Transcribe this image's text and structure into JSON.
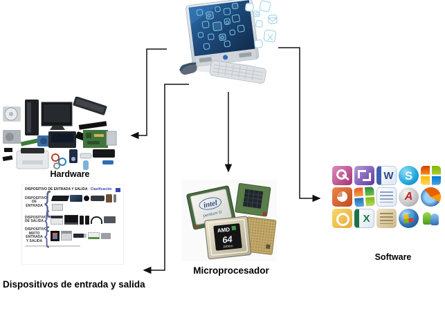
{
  "labels": {
    "hardware": "Hardware",
    "dispositivos": "Dispositivos de entrada y salida",
    "microprocesador": "Microprocesador",
    "software": "Software"
  },
  "dispositivos_slide": {
    "title": "DISPOSITIVO DE ENTRADA Y SALIDA",
    "title_accent": "- Clasificación",
    "brace": "{",
    "rows": [
      {
        "label": "DISPOSITIVO DE ENTRADA",
        "items": [
          "keyboard",
          "laptop-keyboard",
          "webcam",
          "scanner",
          "barcode-reader",
          "microphone",
          "photo-printer"
        ]
      },
      {
        "label": "DISPOSITIVO DE SALIDA",
        "items": [
          "printer",
          "monitor",
          "speaker",
          "speaker",
          "headphones",
          "fax"
        ]
      },
      {
        "label": "DISPOSITIVO MIXTO ENTRADA Y SALIDA",
        "items": [
          "touchscreen",
          "multifunction-printer",
          "usb-drive",
          "network-card",
          "external-drive"
        ]
      }
    ]
  },
  "microprocessor": {
    "intel_brand": "intel",
    "intel_model": "pentium D",
    "amd_brand": "AMD",
    "amd_64": "64",
    "amd_model": "Athlon"
  },
  "software_icons": [
    {
      "name": "access",
      "glyph": ""
    },
    {
      "name": "groove",
      "glyph": ""
    },
    {
      "name": "word",
      "glyph": "W"
    },
    {
      "name": "skype",
      "glyph": "S"
    },
    {
      "name": "office",
      "glyph": ""
    },
    {
      "name": "powerpoint",
      "glyph": ""
    },
    {
      "name": "sharepoint",
      "glyph": ""
    },
    {
      "name": "publisher",
      "glyph": ""
    },
    {
      "name": "acrobat-reader",
      "glyph": "A"
    },
    {
      "name": "firefox",
      "glyph": ""
    },
    {
      "name": "outlook",
      "glyph": ""
    },
    {
      "name": "excel",
      "glyph": "X"
    },
    {
      "name": "infopath",
      "glyph": ""
    },
    {
      "name": "windows",
      "glyph": ""
    },
    {
      "name": "messenger",
      "glyph": ""
    }
  ],
  "hardware_items": [
    "hard-disk",
    "tower-case",
    "monitor",
    "keyboard",
    "ram-module",
    "power-supply",
    "ram-stick",
    "cpu-cooler",
    "laptop",
    "power-adapter",
    "motherboard",
    "hard-drive",
    "printer",
    "plugs",
    "cables",
    "media-player",
    "usb-stick",
    "modem",
    "usb-flash"
  ],
  "colors": {
    "arrow": "#111111",
    "label_text": "#000000",
    "slide_accent": "#3a45b0",
    "screen_navy": "#15304f",
    "screen_blue": "#2e6da8",
    "icon_cyan": "#9fd4e6",
    "pcb_green": "#47693f",
    "amd_gold": "#cfc7ae",
    "intel_blue": "#2b4f8e"
  }
}
